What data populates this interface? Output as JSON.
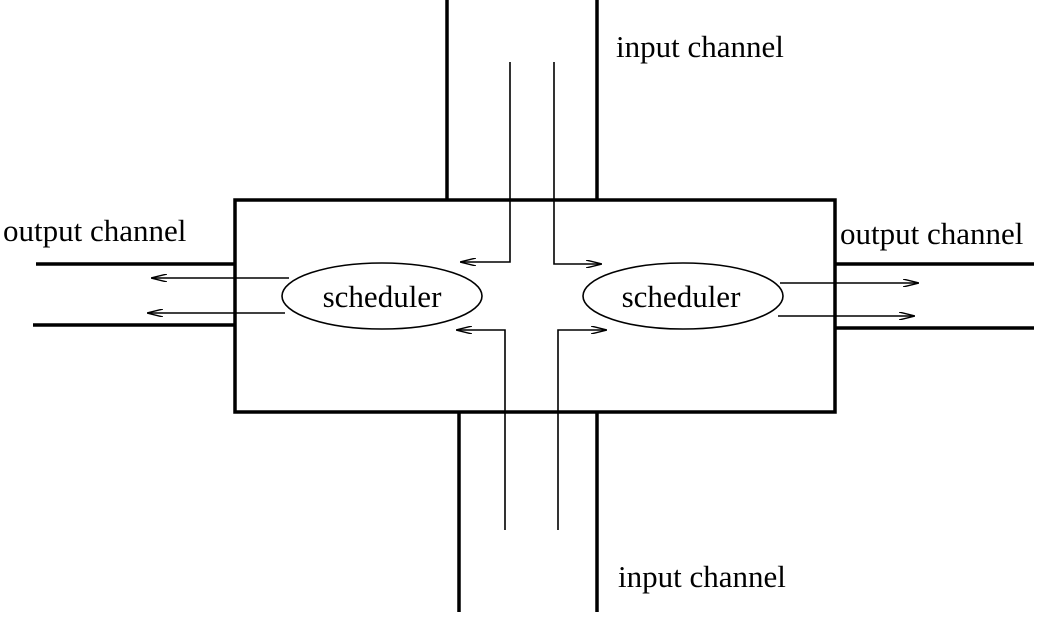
{
  "labels": {
    "input_top": "input channel",
    "input_bottom": "input channel",
    "output_left": "output channel",
    "output_right": "output channel"
  },
  "schedulers": {
    "left": "scheduler",
    "right": "scheduler"
  },
  "colors": {
    "stroke": "#000000",
    "background": "#ffffff"
  }
}
